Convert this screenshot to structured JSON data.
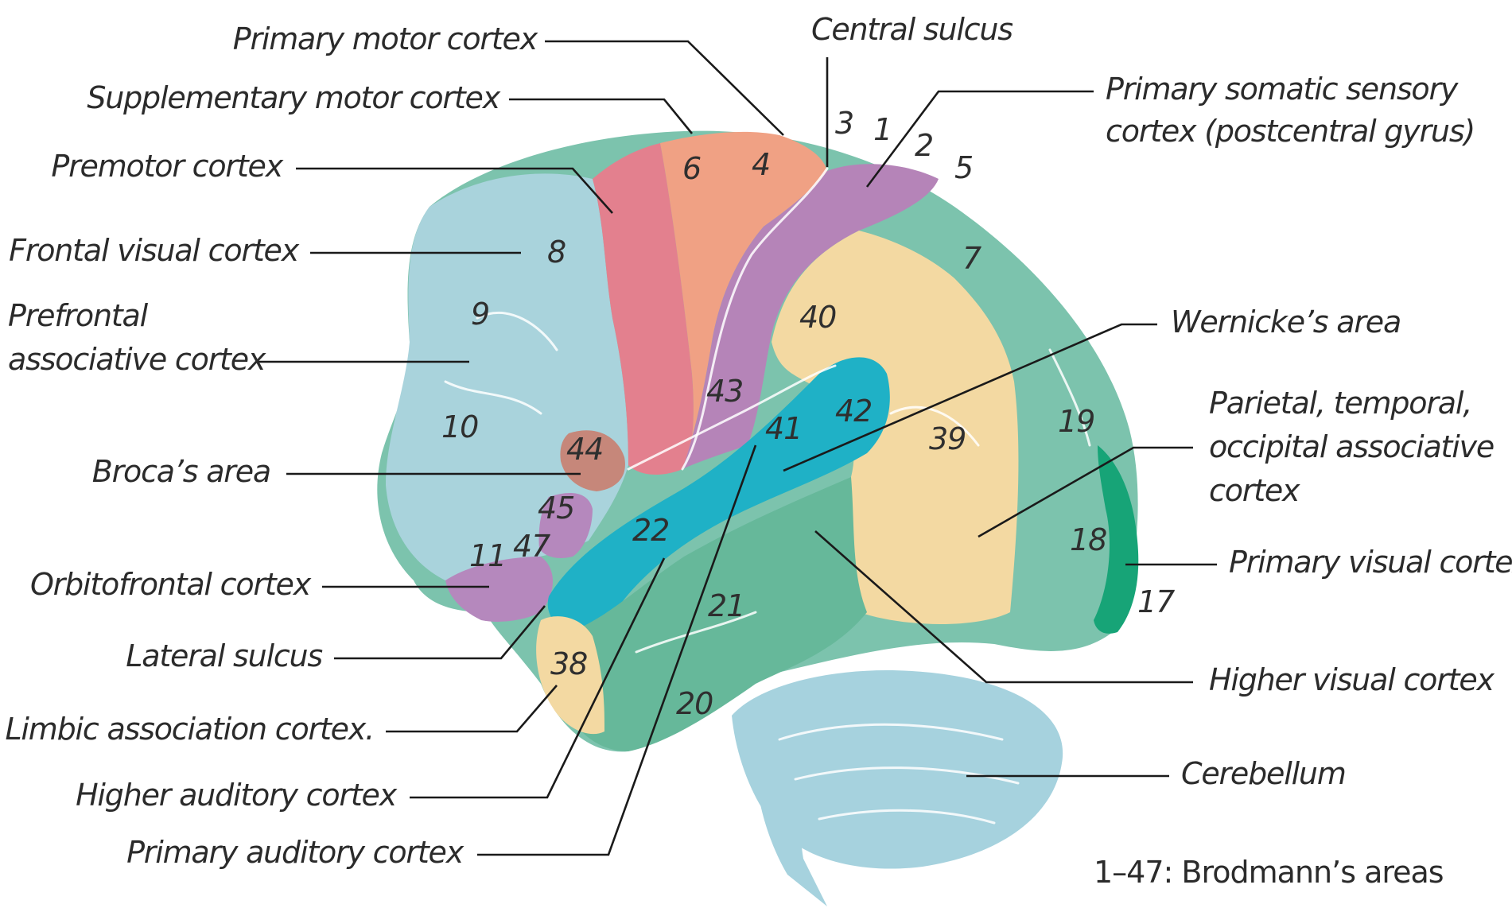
{
  "labels": {
    "primary_motor": "Primary motor cortex",
    "central_sulcus": "Central sulcus",
    "supplementary_motor": "Supplementary motor cortex",
    "primary_somatic_1": "Primary somatic sensory",
    "primary_somatic_2": "cortex (postcentral gyrus)",
    "premotor": "Premotor cortex",
    "frontal_visual": "Frontal visual cortex",
    "prefrontal_1": "Prefrontal",
    "prefrontal_2": "associative cortex",
    "wernicke": "Wernicke’s area",
    "parietal_1": "Parietal, temporal,",
    "parietal_2": "occipital associative",
    "parietal_3": "cortex",
    "broca": "Broca’s area",
    "primary_visual": "Primary visual cortex",
    "orbitofrontal": "Orbitofrontal cortex",
    "lateral_sulcus": "Lateral sulcus",
    "higher_visual": "Higher visual cortex",
    "limbic": "Limbic association cortex.",
    "higher_auditory": "Higher auditory cortex",
    "cerebellum": "Cerebellum",
    "primary_auditory": "Primary auditory cortex"
  },
  "footnote": "1–47: Brodmann’s areas",
  "areas": {
    "a1": "1",
    "a2": "2",
    "a3": "3",
    "a4": "4",
    "a5": "5",
    "a6": "6",
    "a7": "7",
    "a8": "8",
    "a9": "9",
    "a10": "10",
    "a11": "11",
    "a17": "17",
    "a18": "18",
    "a19": "19",
    "a20": "20",
    "a21": "21",
    "a22": "22",
    "a38": "38",
    "a39": "39",
    "a40": "40",
    "a41": "41",
    "a42": "42",
    "a43": "43",
    "a44": "44",
    "a45": "45",
    "a47": "47"
  },
  "colors": {
    "prefrontal": "#a9d3dc",
    "premotor": "#e3808e",
    "motor": "#f0a184",
    "somatosensory": "#b584b8",
    "associative": "#f3d9a2",
    "higher_visual": "#7cc3ad",
    "primary_visual": "#17a477",
    "auditory": "#1fb1c6",
    "temporal": "#66b89a",
    "cerebellum": "#a6d2de",
    "broca": "#c6877a",
    "orbitofrontal": "#b588bd",
    "limbic": "#f3d9a2"
  }
}
